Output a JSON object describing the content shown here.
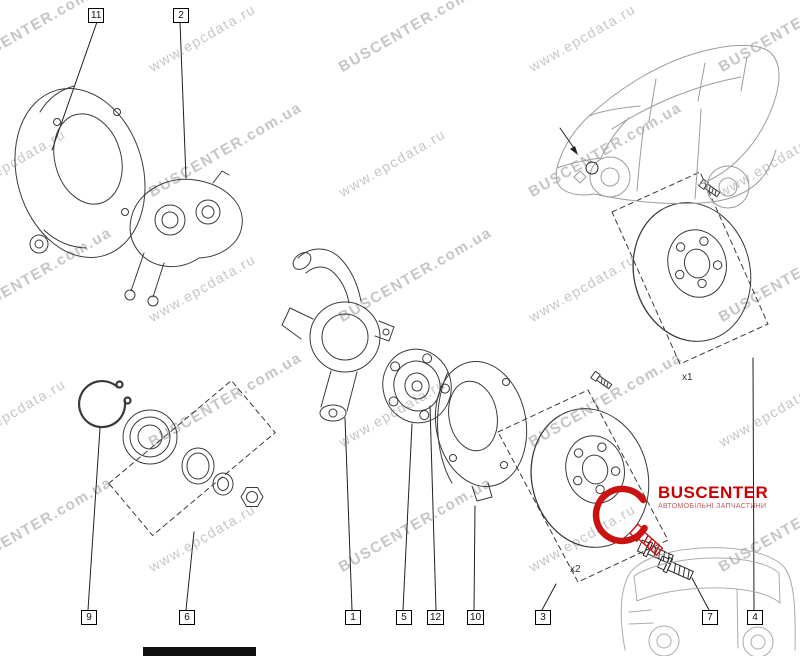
{
  "watermarks": {
    "buscenter": "BUSCENTER.com.ua",
    "epcdata": "www.epcdata.ru"
  },
  "callouts": [
    "11",
    "2",
    "9",
    "6",
    "1",
    "5",
    "12",
    "10",
    "3",
    "7",
    "4"
  ],
  "annotations": {
    "upper_disc_qty": "x1",
    "lower_disc_qty": "x2"
  },
  "logo": {
    "name": "BUSCENTER",
    "tagline": "АВТОМОБІЛЬНІ ЗАПЧАСТИНИ"
  },
  "colors": {
    "accent": "#cc0000",
    "line_art": "#3a3a3a",
    "watermark": "#969696",
    "sketch_gray": "#9c9c9c"
  }
}
